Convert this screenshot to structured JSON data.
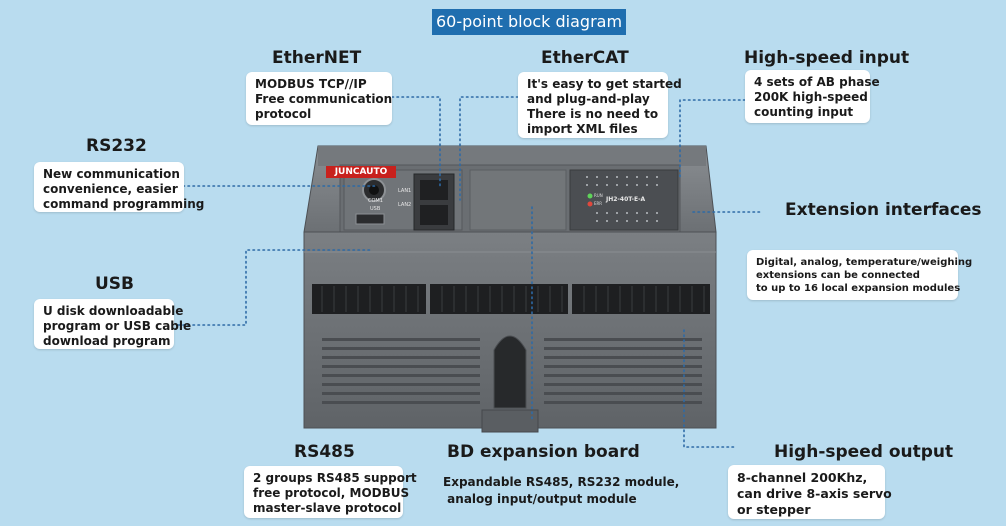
{
  "title": "60-point block diagram",
  "brand": "JUNCAUTO",
  "device": {
    "port_label_com1": "COM1",
    "port_label_usb": "USB",
    "port_label_lan1": "LAN1",
    "port_label_lan2": "LAN2",
    "model": "JH2-40T-E-A",
    "led_labels": [
      "RUN",
      "ERR"
    ]
  },
  "callouts": {
    "ethernet": {
      "heading": "EtherNET",
      "lines": [
        "MODBUS  TCP//IP",
        "Free communication",
        "protocol"
      ]
    },
    "ethercat": {
      "heading": "EtherCAT",
      "lines": [
        "It's easy to get started",
        "and plug-and-play",
        "There is no need to",
        "import XML files"
      ]
    },
    "highspeed_input": {
      "heading": "High-speed input",
      "lines": [
        "4 sets of AB phase",
        "200K high-speed",
        "counting input"
      ]
    },
    "rs232": {
      "heading": "RS232",
      "lines": [
        "New communication",
        "convenience, easier",
        "command programming"
      ]
    },
    "extension": {
      "heading": "Extension interfaces",
      "lines": [
        "Digital, analog, temperature/weighing",
        "extensions can be connected",
        "to up to 16 local expansion modules"
      ]
    },
    "usb": {
      "heading": "USB",
      "lines": [
        "U disk downloadable",
        "program or USB cable",
        "download program"
      ]
    },
    "rs485": {
      "heading": "RS485",
      "lines": [
        "2 groups RS485 support",
        "free protocol, MODBUS",
        "master-slave protocol"
      ]
    },
    "bd": {
      "heading": "BD expansion board",
      "lines": [
        "Expandable RS485, RS232 module,",
        " analog input/output module"
      ]
    },
    "highspeed_output": {
      "heading": "High-speed output",
      "lines": [
        "8-channel 200Khz,",
        "can drive 8-axis servo",
        "or stepper"
      ]
    }
  },
  "colors": {
    "background": "#b9dcef",
    "title_bar": "#1f6eaf",
    "connector": "#2d6aa6",
    "brand_badge": "#c8211d",
    "body": "#6e7276"
  }
}
